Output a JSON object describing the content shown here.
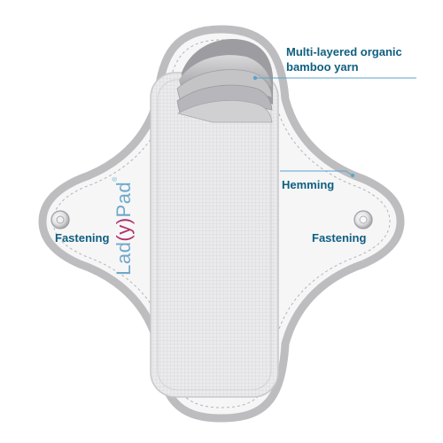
{
  "labels": {
    "layers_line1": "Multi-layered organic",
    "layers_line2": "bamboo yarn",
    "hemming": "Hemming",
    "fastening_left": "Fastening",
    "fastening_right": "Fastening"
  },
  "logo": {
    "part1": "Lad",
    "part2": "(y)",
    "part3": "Pad",
    "mark": "®"
  },
  "colors": {
    "label_text": "#0f5f80",
    "callout_line": "#5aa3c8",
    "pad_fill": "#f6f6f7",
    "pad_border": "#bdbdc0",
    "logo_main": "#6fa9c9",
    "logo_accent": "#b0306a"
  }
}
